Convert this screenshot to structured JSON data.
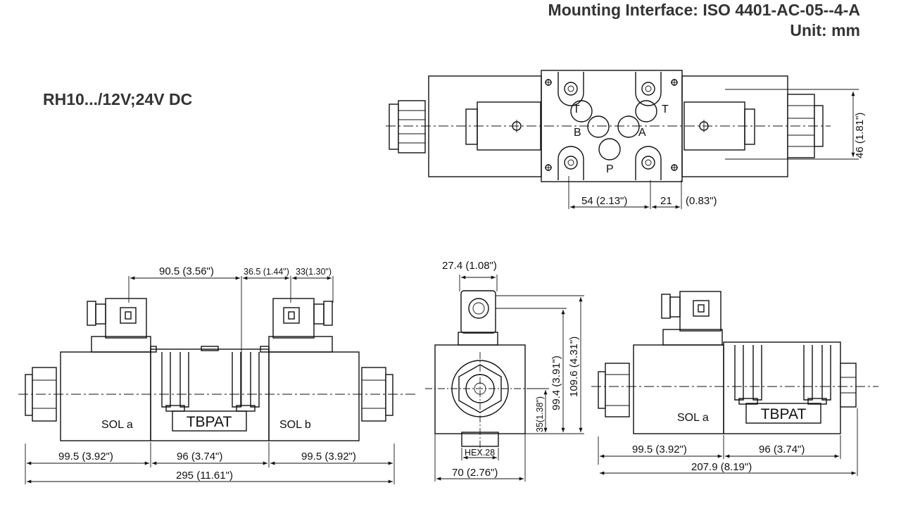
{
  "header": {
    "mounting_interface": "Mounting Interface: ISO 4401-AC-05--4-A",
    "unit": "Unit: mm"
  },
  "model": "RH10.../12V;24V  DC",
  "top_view": {
    "port_T_left": "T",
    "port_T_right": "T",
    "port_B": "B",
    "port_A": "A",
    "port_P": "P",
    "dim_height": "46 (1.81\")",
    "dim_54": "54 (2.13\")",
    "dim_21": "21",
    "dim_21_inch": "(0.83\")"
  },
  "front_view": {
    "dim_90_5": "90.5 (3.56\")",
    "dim_36_5": "36.5 (1.44\")",
    "dim_33": "33(1.30\")",
    "sol_a": "SOL a",
    "sol_b": "SOL b",
    "nameplate": "TBPAT",
    "dim_left": "99.5 (3.92\")",
    "dim_mid": "96 (3.74\")",
    "dim_right": "99.5 (3.92\")",
    "dim_total": "295 (11.61\")"
  },
  "side_view": {
    "dim_width_top": "27.4 (1.08\")",
    "dim_99_4": "99.4 (3.91\")",
    "dim_109_6": "109.6 (4.31\")",
    "dim_35": "35(1.38\")",
    "hex": "HEX.28",
    "dim_bottom": "70 (2.76\")"
  },
  "single_view": {
    "sol_a": "SOL a",
    "nameplate": "TBPAT",
    "dim_left": "99.5 (3.92\")",
    "dim_mid": "96 (3.74\")",
    "dim_total": "207.9 (8.19\")"
  }
}
